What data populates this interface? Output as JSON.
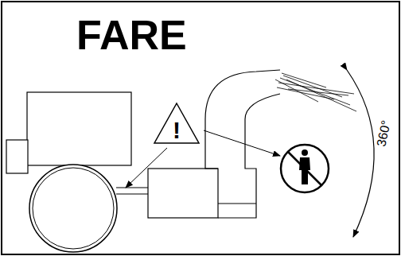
{
  "diagram": {
    "title": "FARE",
    "labels": [
      "!",
      "360°"
    ]
  }
}
